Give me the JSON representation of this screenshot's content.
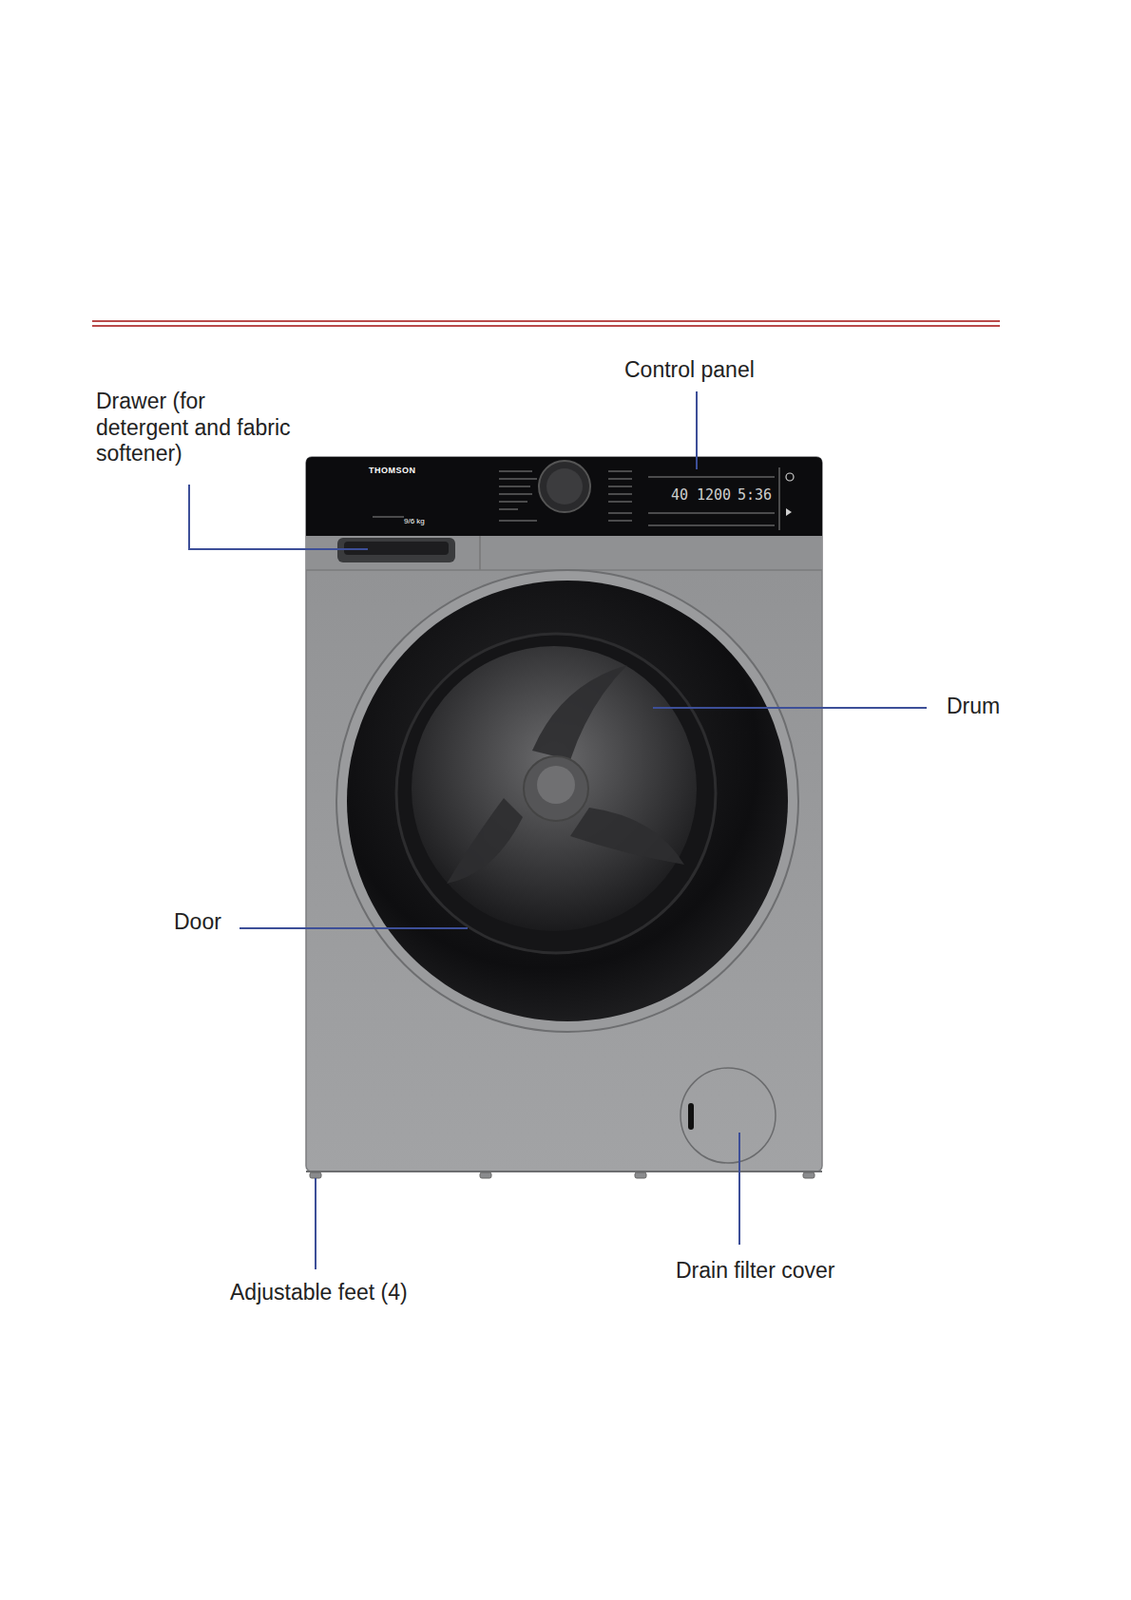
{
  "diagram": {
    "labels": [
      "Control panel",
      "Drawer (for detergent and fabric softener)",
      "Drum",
      "Door",
      "Adjustable feet (4)",
      "Drain filter cover",
      "THOMSON",
      "9/6 kg",
      "40",
      "1200",
      "5:36"
    ]
  }
}
